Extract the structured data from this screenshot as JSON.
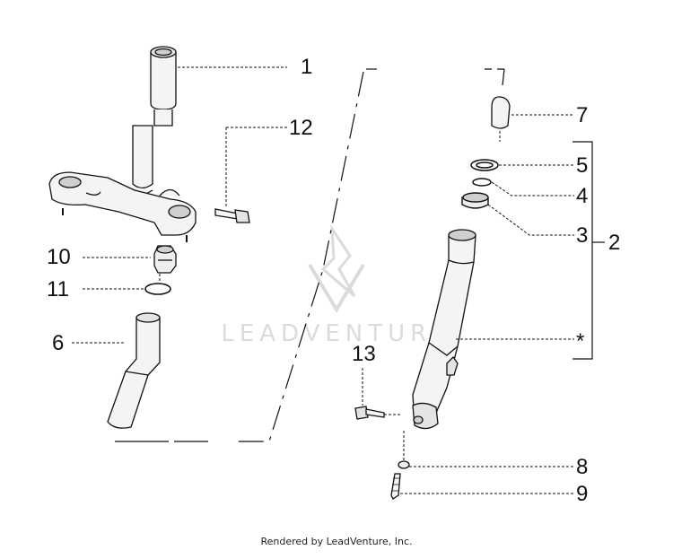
{
  "watermark": {
    "brand": "LEADVENTURE"
  },
  "footer": {
    "text": "Rendered by LeadVenture, Inc."
  },
  "callouts": {
    "n1": "1",
    "n2": "2",
    "n3": "3",
    "n4": "4",
    "n5": "5",
    "n6": "6",
    "n7": "7",
    "n8": "8",
    "n9": "9",
    "n10": "10",
    "n11": "11",
    "n12": "12",
    "n13": "13",
    "asterisk": "*"
  },
  "colors": {
    "line": "#111111",
    "part_fill": "#f4f4f4",
    "shade": "#cfcfcf",
    "watermark": "#d8d8d8"
  }
}
